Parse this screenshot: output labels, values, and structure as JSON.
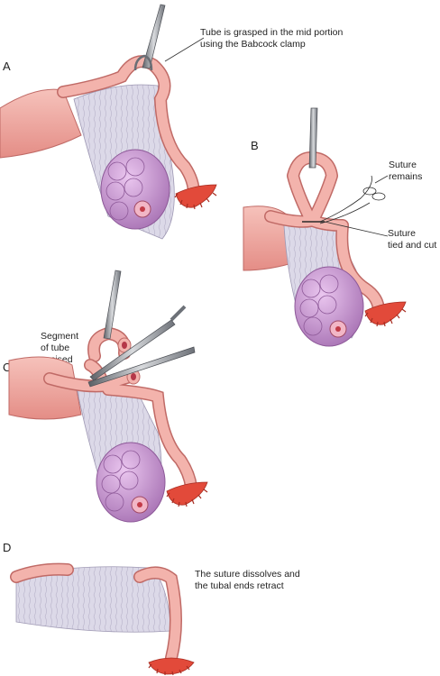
{
  "figure": {
    "panels": [
      {
        "letter": "A",
        "caption_lines": [
          "Tube is grasped in the mid portion",
          "using the Babcock clamp"
        ]
      },
      {
        "letter": "B",
        "callouts": [
          {
            "lines": [
              "Suture",
              "remains"
            ]
          },
          {
            "lines": [
              "Suture",
              "tied and cut"
            ]
          }
        ]
      },
      {
        "letter": "C",
        "caption_lines": [
          "Segment",
          "of tube",
          "excised"
        ]
      },
      {
        "letter": "D",
        "caption_lines": [
          "The suture dissolves and",
          "the tubal ends retract"
        ]
      }
    ]
  },
  "colors": {
    "tube_fill": "#f0a8a0",
    "tube_stroke": "#c06a66",
    "mesentery": "#d9d6e6",
    "ovary": "#c79ad0",
    "fimbria": "#e24a3a",
    "clamp": "#8a8e95"
  }
}
